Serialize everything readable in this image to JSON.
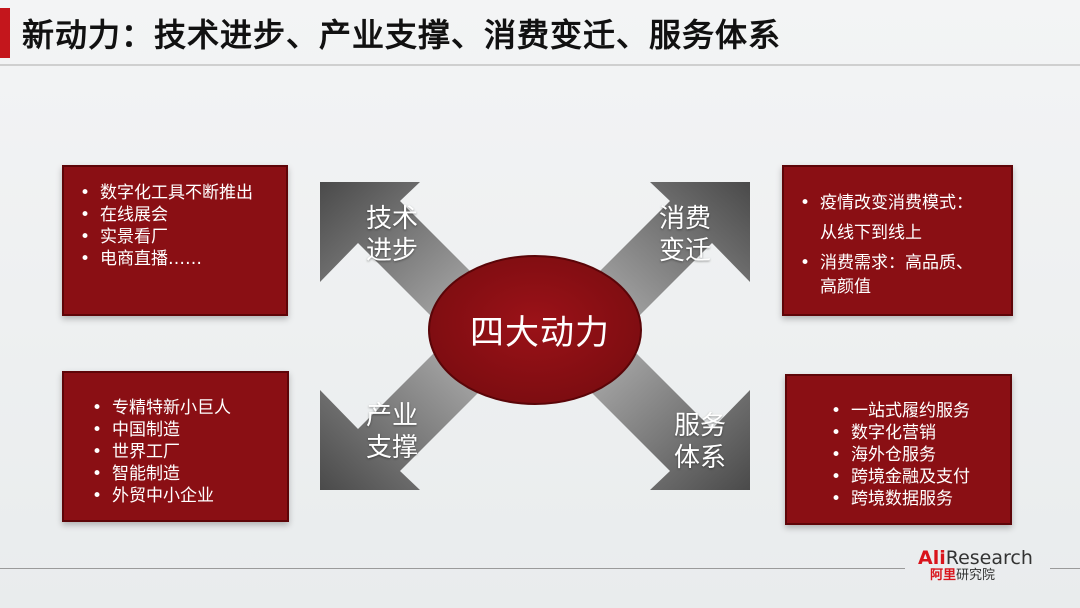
{
  "title": "新动力：技术进步、产业支撑、消费变迁、服务体系",
  "center": "四大动力",
  "arrows": {
    "tech": [
      "技术",
      "进步"
    ],
    "consumption": [
      "消费",
      "变迁"
    ],
    "industry": [
      "产业",
      "支撑"
    ],
    "service": [
      "服务",
      "体系"
    ]
  },
  "boxes": {
    "top_left": [
      "数字化工具不断推出",
      "在线展会",
      "实景看厂",
      "电商直播……"
    ],
    "bottom_left": [
      "专精特新小巨人",
      "中国制造",
      "世界工厂",
      "智能制造",
      "外贸中小企业"
    ],
    "top_right": [
      "疫情改变消费模式：",
      "从线下到线上",
      "消费需求：高品质、",
      "高颜值"
    ],
    "bottom_right": [
      "一站式履约服务",
      "数字化营销",
      "海外仓服务",
      "跨境金融及支付",
      "跨境数据服务"
    ]
  },
  "bullet": "•",
  "logo": {
    "ali": "Ali",
    "research": "Research",
    "cn_red": "阿里",
    "cn": "研究院"
  },
  "colors": {
    "accent": "#c4161c",
    "box": "#8a0f14",
    "circle": "#8a0f14"
  }
}
